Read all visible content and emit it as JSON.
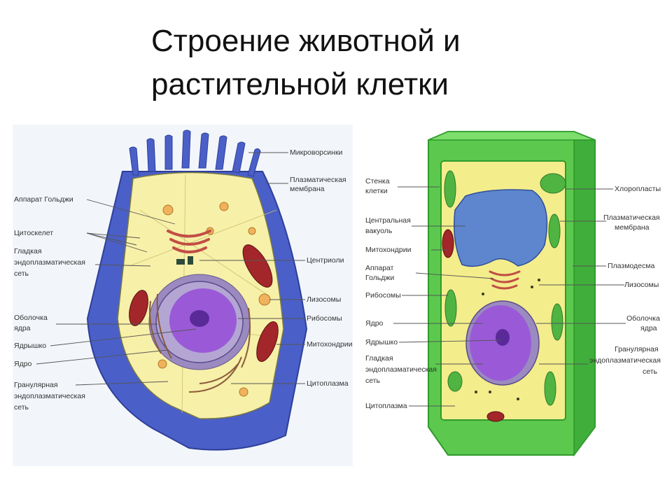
{
  "title": {
    "line1": "Строение животной и",
    "line2": "растительной клетки"
  },
  "animal_labels": {
    "microvilli": "Микроворсинки",
    "plasma_membrane_1": "Плазматическая",
    "plasma_membrane_2": "мембрана",
    "golgi": "Аппарат Гольджи",
    "cytoskeleton": "Цитоскелет",
    "smooth_er_1": "Гладкая",
    "smooth_er_2": "эндоплазматическая",
    "smooth_er_3": "сеть",
    "centrioles": "Центриоли",
    "lysosomes": "Лизосомы",
    "nuclear_envelope_1": "Оболочка",
    "nuclear_envelope_2": "ядра",
    "ribosomes": "Рибосомы",
    "nucleolus": "Ядрышко",
    "mitochondria": "Митохондрии",
    "nucleus": "Ядро",
    "rough_er_1": "Гранулярная",
    "rough_er_2": "эндоплазматическая",
    "rough_er_3": "сеть",
    "cytoplasm": "Цитоплазма"
  },
  "plant_labels": {
    "cell_wall_1": "Стенка",
    "cell_wall_2": "клетки",
    "chloroplasts": "Хлоропласты",
    "vacuole_1": "Центральная",
    "vacuole_2": "вакуоль",
    "plasma_membrane_1": "Плазматическая",
    "plasma_membrane_2": "мембрана",
    "mitochondria": "Митохондрии",
    "golgi_1": "Аппарат",
    "golgi_2": "Гольджи",
    "plasmodesma": "Плазмодесма",
    "ribosomes": "Рибосомы",
    "lysosomes": "Лизосомы",
    "nucleus": "Ядро",
    "nuclear_envelope_1": "Оболочка",
    "nuclear_envelope_2": "ядра",
    "nucleolus": "Ядрышко",
    "smooth_er_1": "Гладкая",
    "smooth_er_2": "эндоплазматическая",
    "smooth_er_3": "сеть",
    "rough_er_1": "Гранулярная",
    "rough_er_2": "эндоплазматическая",
    "rough_er_3": "сеть",
    "cytoplasm": "Цитоплазма"
  },
  "colors": {
    "animal_outer": "#4a5fc8",
    "animal_cytoplasm": "#f7f0a8",
    "nucleus": "#9a5ad8",
    "mitochondria": "#a3262a",
    "plant_wall": "#5cc94e",
    "plant_wall_dark": "#2f9a2c",
    "vacuole": "#5d86cf",
    "chloroplast": "#4fb442"
  }
}
